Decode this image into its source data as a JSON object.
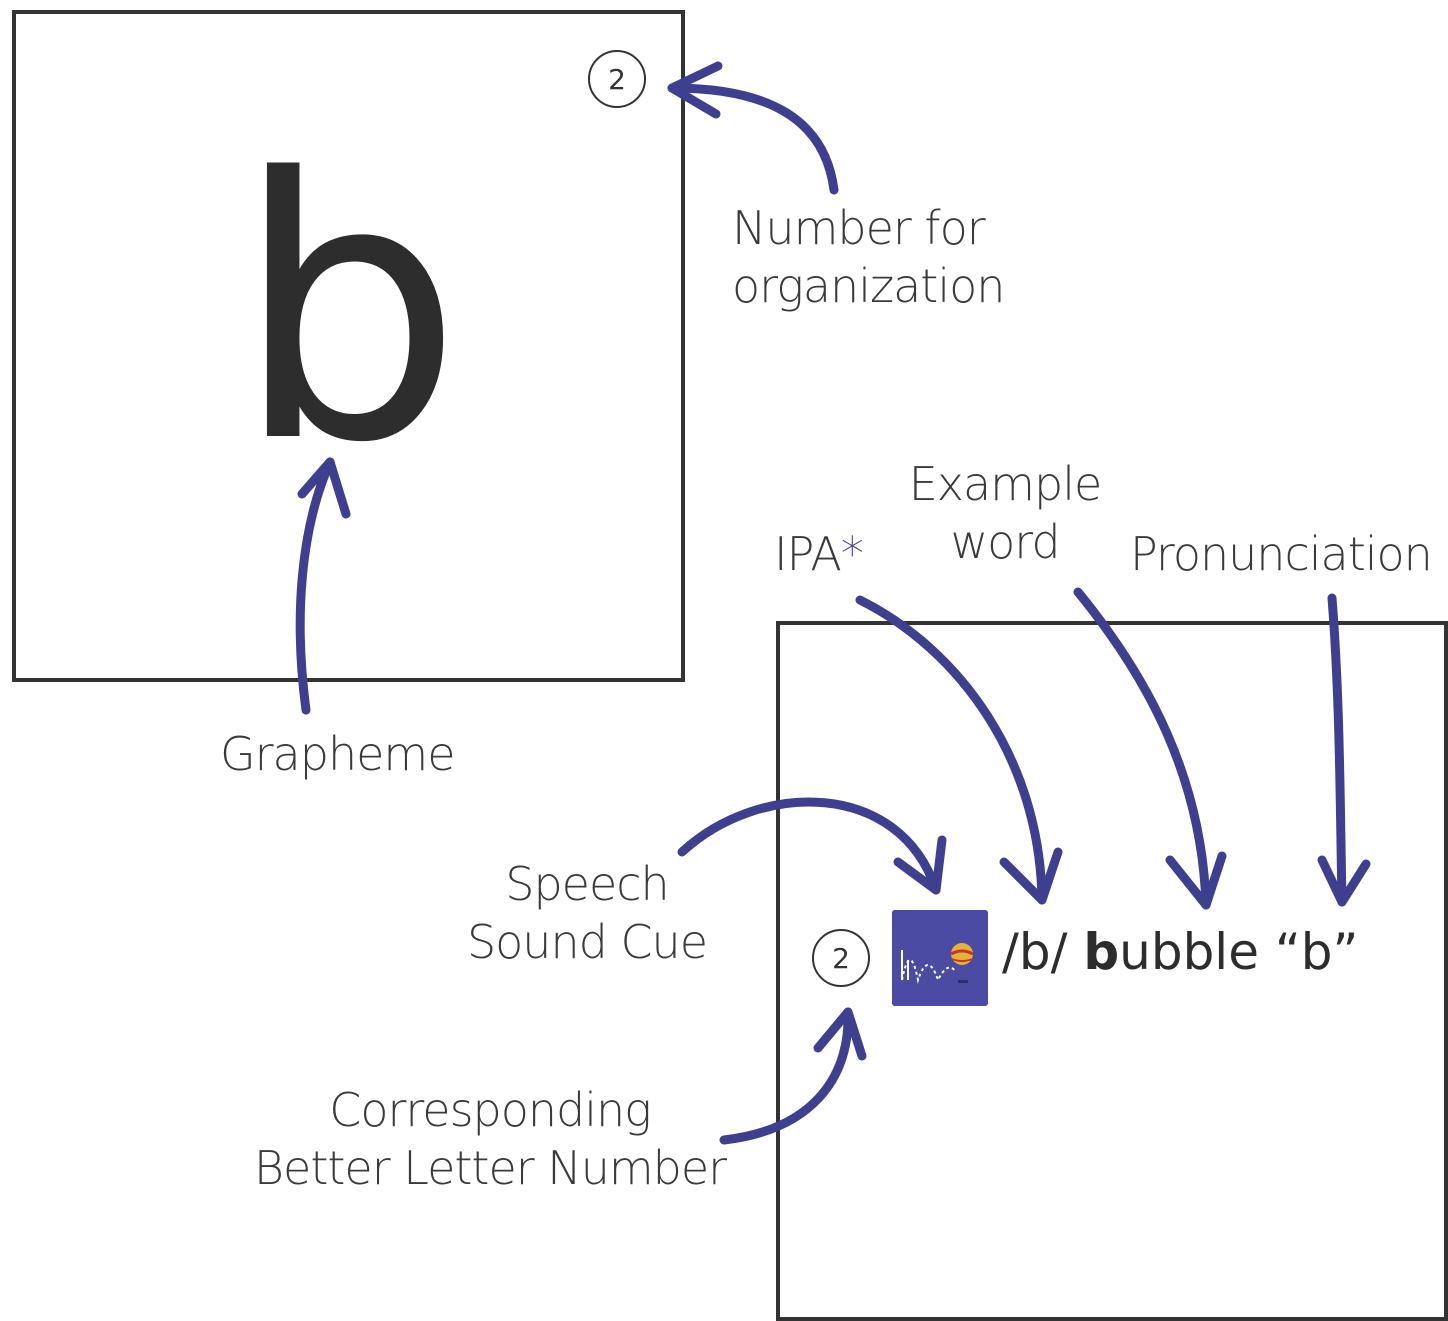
{
  "colors": {
    "arrow": "#3f3f8f",
    "border": "#333333",
    "text": "#3a3a3a",
    "cue_background": "#4b4ba3"
  },
  "front_card": {
    "number": "2",
    "grapheme": "b"
  },
  "back_card": {
    "number": "2",
    "cue_icon": "bouncing-ball-icon",
    "ipa": "/b/",
    "example_word_bold_part": "b",
    "example_word_rest": "ubble",
    "pronunciation": "“b”"
  },
  "labels": {
    "number_for_organization": [
      "Number for",
      "organization"
    ],
    "grapheme": "Grapheme",
    "ipa": "IPA",
    "ipa_asterisk": "*",
    "example_word": [
      "Example",
      "word"
    ],
    "pronunciation": "Pronunciation",
    "speech_sound_cue": [
      "Speech",
      "Sound Cue"
    ],
    "corresponding_number": [
      "Corresponding",
      "Better Letter Number"
    ]
  }
}
